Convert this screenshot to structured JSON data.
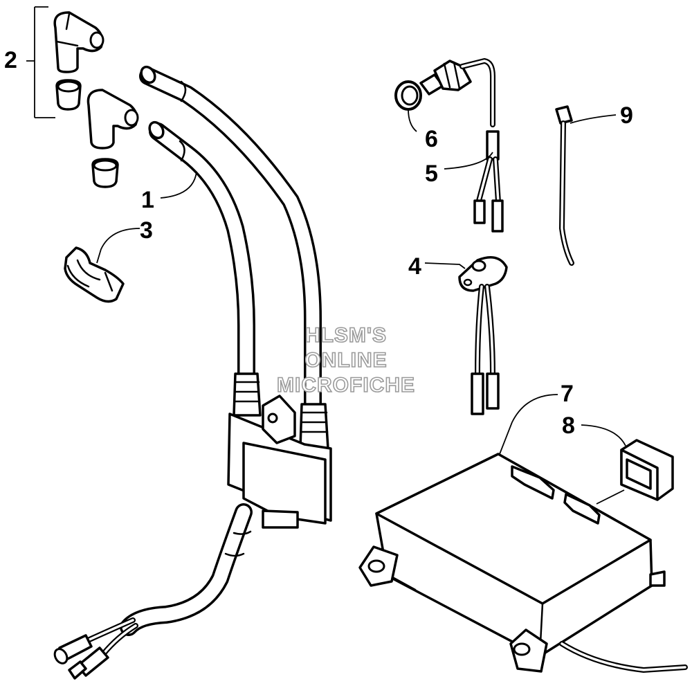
{
  "callouts": {
    "c1": "1",
    "c2": "2",
    "c3": "3",
    "c4": "4",
    "c5": "5",
    "c6": "6",
    "c7": "7",
    "c8": "8",
    "c9": "9"
  },
  "watermark": {
    "line1": "HLSM'S",
    "line2": "ONLINE",
    "line3": "MICROFICHE"
  },
  "colors": {
    "ink": "#000000",
    "paper": "#ffffff",
    "watermark_outline": "#9a9a9a"
  }
}
